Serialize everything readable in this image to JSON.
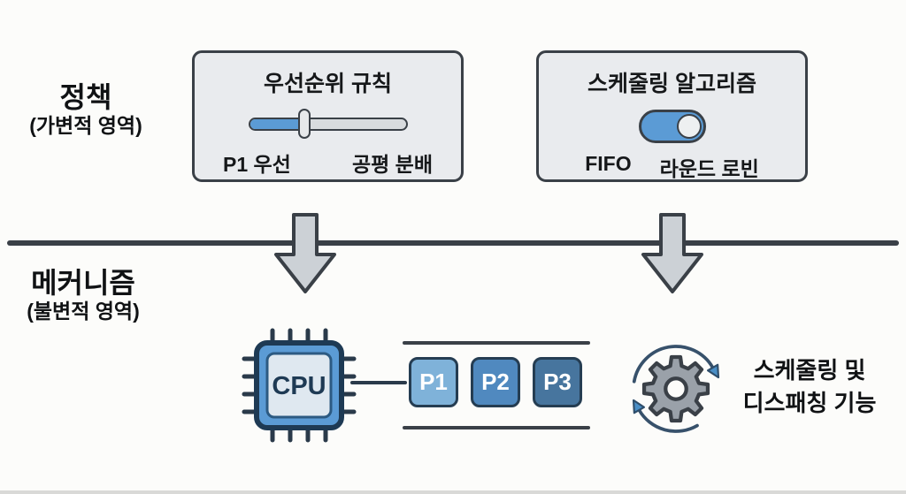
{
  "policy": {
    "label": "정책",
    "sublabel": "(가변적 영역)",
    "priority_card": {
      "title": "우선순위 규칙",
      "slider_position_percent": 33,
      "left_label": "P1 우선",
      "right_label": "공평 분배"
    },
    "algorithm_card": {
      "title": "스케줄링 알고리즘",
      "toggle_state": "right",
      "left_label": "FIFO",
      "right_label": "라운드 로빈"
    }
  },
  "mechanism": {
    "label": "메커니즘",
    "sublabel": "(불변적 영역)",
    "cpu": {
      "label": "CPU"
    },
    "queue": [
      {
        "label": "P1"
      },
      {
        "label": "P2"
      },
      {
        "label": "P3"
      }
    ],
    "function_label": [
      "스케줄링 및",
      "디스패칭 기능"
    ]
  },
  "colors": {
    "accent_blue": "#5b9bd5",
    "queue_p1": "#7fb2d9",
    "queue_p2": "#5089bf",
    "queue_p3": "#47759e",
    "outline_dark": "#3a4047",
    "chip_border": "#1e3a54",
    "card_bg": "#e9ebee",
    "arrow_fill": "#ccd1d6",
    "gear_gray": "#9aa1a9",
    "rotation_arrow_blue": "#4a8fc7"
  }
}
